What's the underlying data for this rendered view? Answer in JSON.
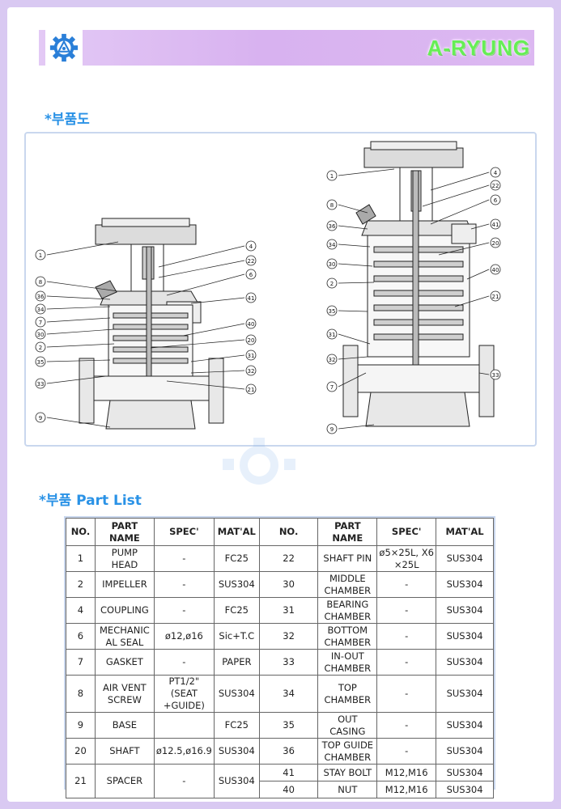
{
  "brand": "A-RYUNG",
  "sections": {
    "drawing_title": "*부품도",
    "parts_title": "*부품 Part List"
  },
  "colors": {
    "page_border": "#d9c9f2",
    "banner": "#d8b2f0",
    "title_blue": "#2a92e6",
    "brand_green": "#66ee55",
    "frame": "#c9d7ee"
  },
  "drawing_left_callouts": {
    "left": [
      "1",
      "8",
      "36",
      "34",
      "7",
      "30",
      "2",
      "35",
      "33",
      "9"
    ],
    "right": [
      "4",
      "22",
      "6",
      "41",
      "40",
      "20",
      "31",
      "32",
      "21"
    ]
  },
  "drawing_right_callouts": {
    "left": [
      "1",
      "8",
      "36",
      "34",
      "30",
      "2",
      "35",
      "31",
      "32",
      "7",
      "9"
    ],
    "right": [
      "4",
      "22",
      "6",
      "41",
      "20",
      "40",
      "21",
      "33"
    ]
  },
  "table": {
    "headers": [
      "NO.",
      "PART\nNAME",
      "SPEC'",
      "MAT'AL",
      "NO.",
      "PART\nNAME",
      "SPEC'",
      "MAT'AL"
    ],
    "rows": [
      {
        "no": "1",
        "name": "PUMP\nHEAD",
        "spec": "-",
        "mat": "FC25",
        "no2": "22",
        "name2": "SHAFT PIN",
        "spec2": "ø5×25L, X6\n×25L",
        "mat2": "SUS304"
      },
      {
        "no": "2",
        "name": "IMPELLER",
        "spec": "-",
        "mat": "SUS304",
        "no2": "30",
        "name2": "MIDDLE\nCHAMBER",
        "spec2": "-",
        "mat2": "SUS304"
      },
      {
        "no": "4",
        "name": "COUPLING",
        "spec": "-",
        "mat": "FC25",
        "no2": "31",
        "name2": "BEARING\nCHAMBER",
        "spec2": "-",
        "mat2": "SUS304"
      },
      {
        "no": "6",
        "name": "MECHANIC\nAL SEAL",
        "spec": "ø12,ø16",
        "mat": "Sic+T.C",
        "no2": "32",
        "name2": "BOTTOM\nCHAMBER",
        "spec2": "-",
        "mat2": "SUS304"
      },
      {
        "no": "7",
        "name": "GASKET",
        "spec": "-",
        "mat": "PAPER",
        "no2": "33",
        "name2": "IN-OUT\nCHAMBER",
        "spec2": "-",
        "mat2": "SUS304"
      },
      {
        "no": "8",
        "name": "AIR VENT\nSCREW",
        "spec": "PT1/2\"(SEAT\n+GUIDE)",
        "mat": "SUS304",
        "no2": "34",
        "name2": "TOP\nCHAMBER",
        "spec2": "-",
        "mat2": "SUS304"
      },
      {
        "no": "9",
        "name": "BASE",
        "spec": "",
        "mat": "FC25",
        "no2": "35",
        "name2": "OUT\nCASING",
        "spec2": "-",
        "mat2": "SUS304"
      },
      {
        "no": "20",
        "name": "SHAFT",
        "spec": "ø12.5,ø16.9",
        "mat": "SUS304",
        "no2": "36",
        "name2": "TOP GUIDE\nCHAMBER",
        "spec2": "-",
        "mat2": "SUS304"
      }
    ],
    "last": {
      "no": "21",
      "name": "SPACER",
      "spec": "-",
      "mat": "SUS304",
      "sub": [
        {
          "no2": "41",
          "name2": "STAY BOLT",
          "spec2": "M12,M16",
          "mat2": "SUS304"
        },
        {
          "no2": "40",
          "name2": "NUT",
          "spec2": "M12,M16",
          "mat2": "SUS304"
        }
      ]
    }
  }
}
